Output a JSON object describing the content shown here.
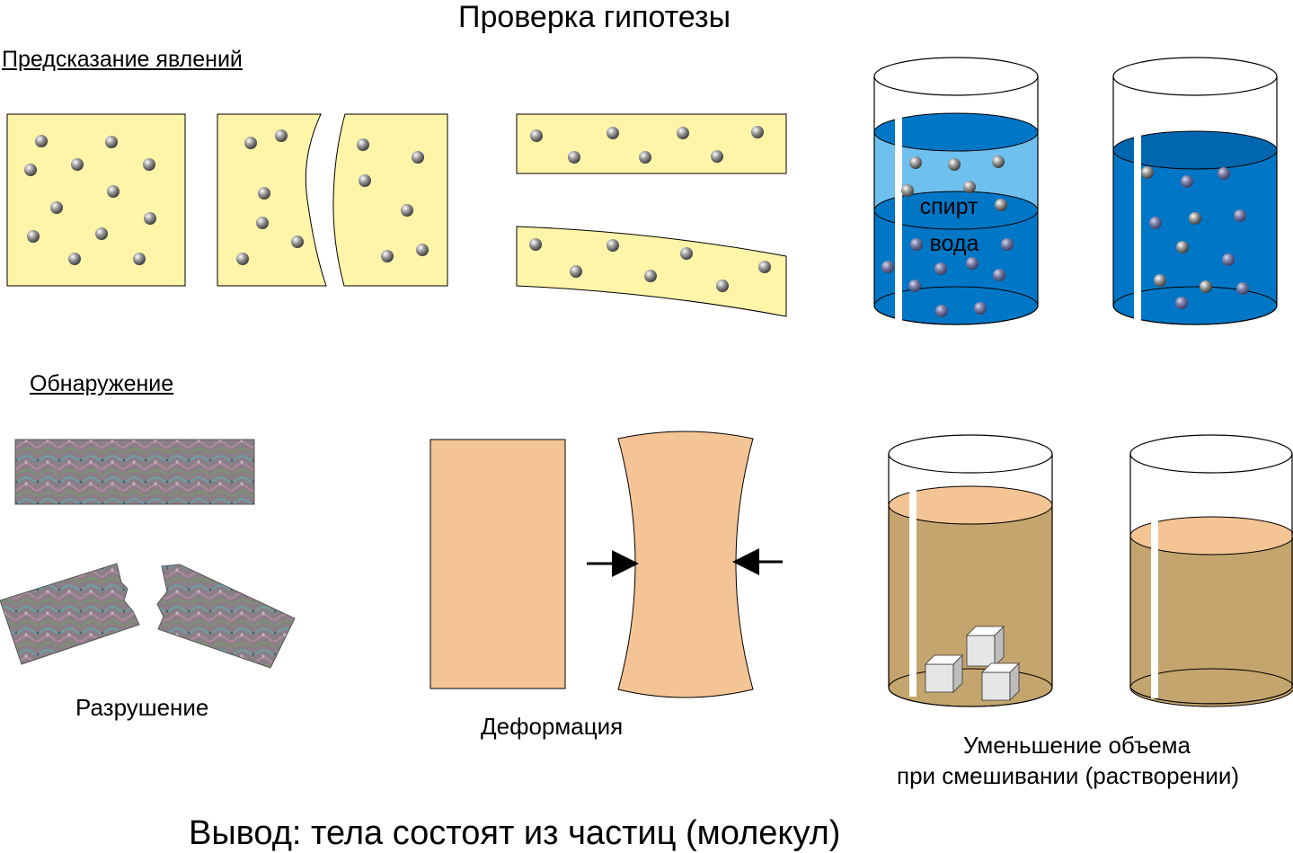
{
  "title": "Проверка гипотезы",
  "sections": {
    "prediction": "Предсказание явлений",
    "detection": "Обнаружение"
  },
  "beaker_labels": {
    "alcohol": "спирт",
    "water": "вода"
  },
  "captions": {
    "destruction": "Разрушение",
    "deformation": "Деформация",
    "volume_line1": "Уменьшение объема",
    "volume_line2": "при смешивании (растворении)"
  },
  "conclusion": "Вывод: тела состоят из частиц (молекул)",
  "colors": {
    "solid_fill": "#FFF5A8",
    "particle": "#8E8E8E",
    "deform_fill": "#F5C495",
    "alcohol_fill": "#6EC0EE",
    "water_fill": "#0077C6",
    "tea_fill": "#C4A56E",
    "tea_surface": "#F5C495"
  }
}
